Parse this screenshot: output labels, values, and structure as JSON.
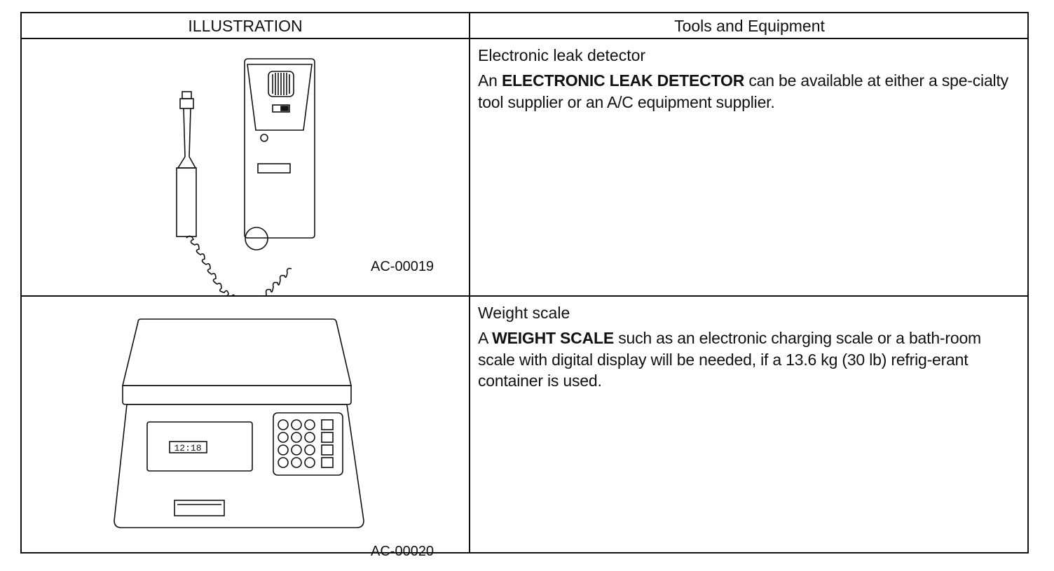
{
  "header": {
    "col1": "ILLUSTRATION",
    "col2": "Tools and Equipment"
  },
  "rows": [
    {
      "figure_code": "AC-00019",
      "title": "Electronic leak detector",
      "body_prefix": "An ",
      "body_bold": "ELECTRONIC LEAK DETECTOR",
      "body_rest": " can be available at either a spe-cialty tool supplier or an A/C equipment supplier."
    },
    {
      "figure_code": "AC-00020",
      "display_reading": "12:18",
      "title": "Weight scale",
      "body_prefix": "A ",
      "body_bold": "WEIGHT SCALE",
      "body_rest": " such as an electronic charging scale or a bath-room scale with digital display will be needed, if a 13.6 kg (30 lb) refrig-erant container is used."
    }
  ]
}
